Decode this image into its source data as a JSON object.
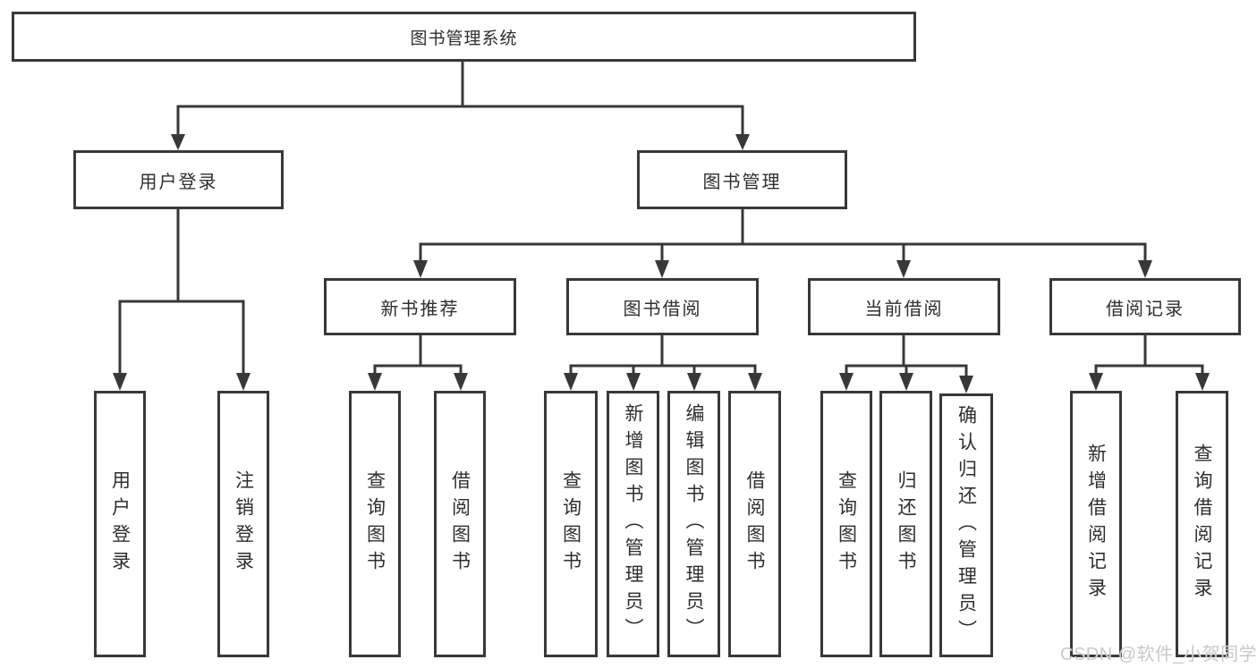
{
  "tree": {
    "root": {
      "label": "图书管理系统",
      "children": [
        {
          "label": "用户登录",
          "children": [
            {
              "label": "用户登录"
            },
            {
              "label": "注销登录"
            }
          ]
        },
        {
          "label": "图书管理",
          "children": [
            {
              "label": "新书推荐",
              "children": [
                {
                  "label": "查询图书"
                },
                {
                  "label": "借阅图书"
                }
              ]
            },
            {
              "label": "图书借阅",
              "children": [
                {
                  "label": "查询图书"
                },
                {
                  "label": "新增图书（管理员）"
                },
                {
                  "label": "编辑图书（管理员）"
                },
                {
                  "label": "借阅图书"
                }
              ]
            },
            {
              "label": "当前借阅",
              "children": [
                {
                  "label": "查询图书"
                },
                {
                  "label": "归还图书"
                },
                {
                  "label": "确认归还（管理员）"
                }
              ]
            },
            {
              "label": "借阅记录",
              "children": [
                {
                  "label": "新增借阅记录"
                },
                {
                  "label": "查询借阅记录"
                }
              ]
            }
          ]
        }
      ]
    }
  },
  "watermark": {
    "text": "CSDN @软件_小贺同学"
  },
  "colors": {
    "line": "#383838",
    "text": "#2e2e2e",
    "watermark": "#c8c8c8",
    "background": "#ffffff"
  }
}
